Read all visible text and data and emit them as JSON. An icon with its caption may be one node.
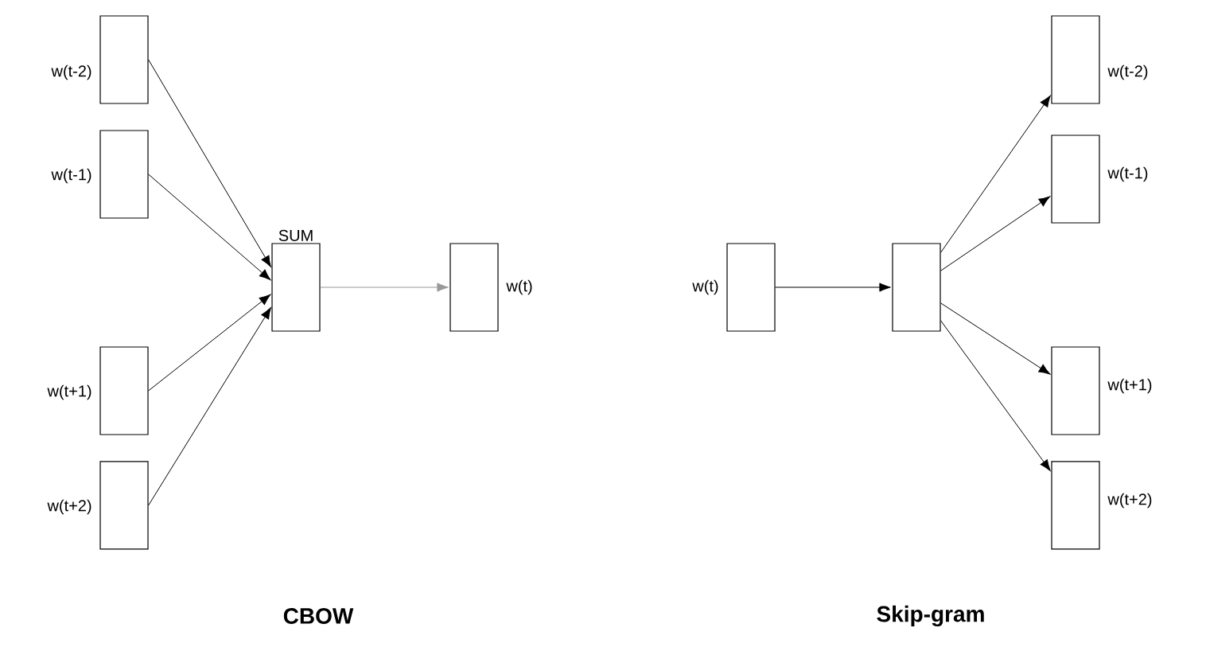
{
  "diagram": {
    "nodes": [
      {
        "text": [],
        "shape": "box",
        "beside": [
          "w(t-2)"
        ]
      },
      {
        "text": [],
        "shape": "box",
        "beside": [
          "w(t-1)"
        ]
      },
      {
        "text": [],
        "shape": "box",
        "beside": [
          "w(t+1)"
        ]
      },
      {
        "text": [],
        "shape": "box",
        "beside": [
          "w(t+2)"
        ]
      },
      {
        "text": [
          "SUM"
        ]
      },
      {
        "text": [],
        "shape": "box",
        "beside": [
          "w(t)"
        ]
      },
      {
        "text": [],
        "shape": "box",
        "beside": [
          "w(t)"
        ]
      },
      {
        "text": [],
        "shape": "box"
      },
      {
        "text": [],
        "shape": "box",
        "beside": [
          "w(t-2)"
        ]
      },
      {
        "text": [],
        "shape": "box",
        "beside": [
          "w(t-1)"
        ]
      },
      {
        "text": [],
        "shape": "box",
        "beside": [
          "w(t+1)"
        ]
      },
      {
        "text": [],
        "shape": "box",
        "beside": [
          "w(t+2)"
        ]
      }
    ],
    "edges": [
      {
        "from": 0,
        "to": 4,
        "arrow": "to"
      },
      {
        "from": 1,
        "to": 4,
        "arrow": "to"
      },
      {
        "from": 2,
        "to": 4,
        "arrow": "to"
      },
      {
        "from": 3,
        "to": 4,
        "arrow": "to"
      },
      {
        "from": 4,
        "to": 5,
        "arrow": "to",
        "color": "#999999"
      },
      {
        "from": 6,
        "to": 7,
        "arrow": "to"
      },
      {
        "from": 7,
        "to": 8,
        "arrow": "to"
      },
      {
        "from": 7,
        "to": 9,
        "arrow": "to"
      },
      {
        "from": 7,
        "to": 10,
        "arrow": "to"
      },
      {
        "from": 7,
        "to": 11,
        "arrow": "to"
      }
    ],
    "labels": [
      "CBOW",
      "Skip-gram"
    ]
  }
}
